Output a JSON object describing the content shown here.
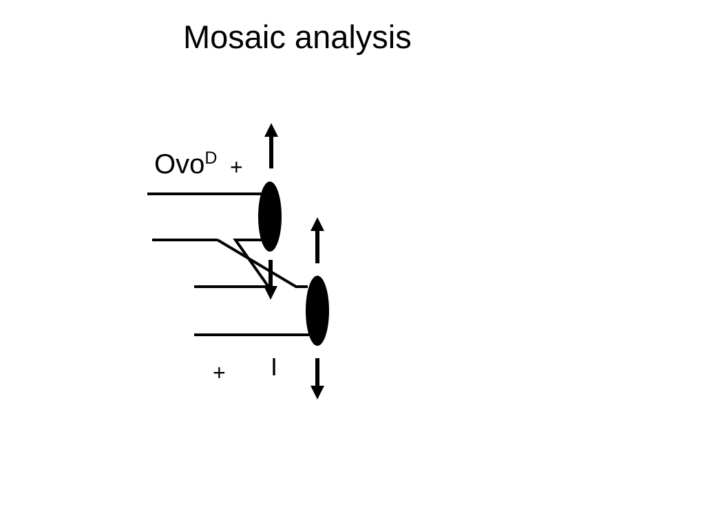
{
  "title": "Mosaic analysis",
  "labels": {
    "ovo_base": "Ovo",
    "ovo_superscript": "D",
    "top_plus": "+",
    "bottom_plus": "+",
    "bottom_bar": "I"
  }
}
